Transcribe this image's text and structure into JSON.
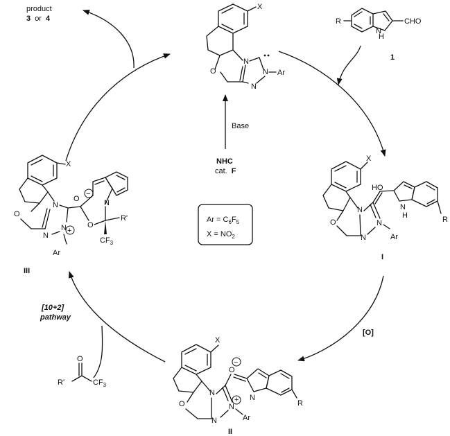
{
  "atoms": {
    "N": "N",
    "O": "O",
    "X": "X",
    "Ar": "Ar",
    "H": "H",
    "R": "R",
    "R_prime": "R'",
    "CHO": "CHO",
    "HO": "HO",
    "CF3": "CF",
    "CF3_sub": "3",
    "plus": "+",
    "minus": "−"
  },
  "labels": {
    "product": "product",
    "product_nums_3": "3",
    "product_nums_or": "or",
    "product_nums_4": "4",
    "compound1": "1",
    "base": "Base",
    "nhc": "NHC",
    "cat": "cat.",
    "cat_f": "F",
    "intermediate_I": "I",
    "intermediate_II": "II",
    "intermediate_III": "III",
    "oxidant": "[O]",
    "pathway_line1": "[10+2]",
    "pathway_line2": "pathway"
  },
  "legend": {
    "ar_prefix": "Ar = C",
    "ar_sub1": "6",
    "ar_mid": "F",
    "ar_sub2": "5",
    "x_prefix": "X = NO",
    "x_sub": "2"
  }
}
